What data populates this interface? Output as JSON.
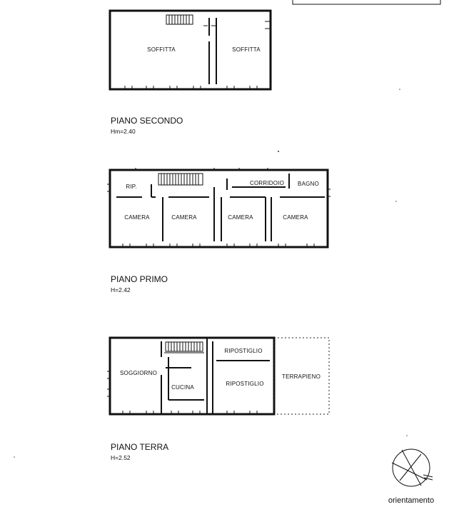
{
  "floors": [
    {
      "title": "PIANO SECONDO",
      "height": "Hm=2.40",
      "rooms": [
        "SOFFITTA",
        "SOFFITTA"
      ]
    },
    {
      "title": "PIANO PRIMO",
      "height": "H=2.42",
      "rooms": [
        "RIP.",
        "CORRIDOIO",
        "BAGNO",
        "CAMERA",
        "CAMERA",
        "CAMERA",
        "CAMERA"
      ]
    },
    {
      "title": "PIANO TERRA",
      "height": "H=2.52",
      "rooms": [
        "SOGGIORNO",
        "CUCINA",
        "RIPOSTIGLIO",
        "RIPOSTIGLIO",
        "TERRAPIENO"
      ]
    }
  ],
  "orientation_label": "orientamento"
}
